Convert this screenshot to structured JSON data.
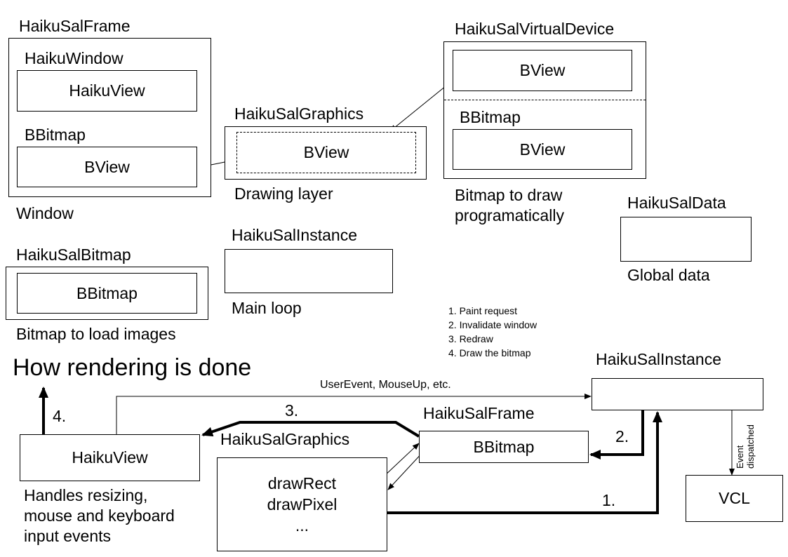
{
  "window_group": {
    "frame_label": "HaikuSalFrame",
    "window_label": "HaikuWindow",
    "view_label": "HaikuView",
    "bitmap_label": "BBitmap",
    "bview_label": "BView",
    "caption": "Window"
  },
  "graphics_group": {
    "title": "HaikuSalGraphics",
    "bview_label": "BView",
    "caption": "Drawing layer"
  },
  "virtual_device_group": {
    "title": "HaikuSalVirtualDevice",
    "bview_top_label": "BView",
    "bitmap_label": "BBitmap",
    "bview_bottom_label": "BView",
    "caption_line1": "Bitmap to draw",
    "caption_line2": "programatically"
  },
  "data_group": {
    "title": "HaikuSalData",
    "caption": "Global data"
  },
  "bitmap_group": {
    "title": "HaikuSalBitmap",
    "bitmap_label": "BBitmap",
    "caption": "Bitmap to load images"
  },
  "instance_group": {
    "title": "HaikuSalInstance",
    "caption": "Main loop"
  },
  "steps_legend": [
    "1. Paint request",
    "2. Invalidate window",
    "3. Redraw",
    "4. Draw the bitmap"
  ],
  "rendering": {
    "title": "How rendering is done",
    "instance_title": "HaikuSalInstance",
    "event_arrow_label": "UserEvent, MouseUp, etc.",
    "frame_title": "HaikuSalFrame",
    "frame_bitmap_label": "BBitmap",
    "graphics_title": "HaikuSalGraphics",
    "graphics_lines": [
      "drawRect",
      "drawPixel",
      "..."
    ],
    "view_label": "HaikuView",
    "view_caption_lines": [
      "Handles resizing,",
      "mouse and keyboard",
      "input events"
    ],
    "vcl_label": "VCL",
    "dispatch_label_line1": "Event",
    "dispatch_label_line2": "dispatched",
    "step1_label": "1.",
    "step2_label": "2.",
    "step3_label": "3.",
    "step4_label": "4."
  }
}
